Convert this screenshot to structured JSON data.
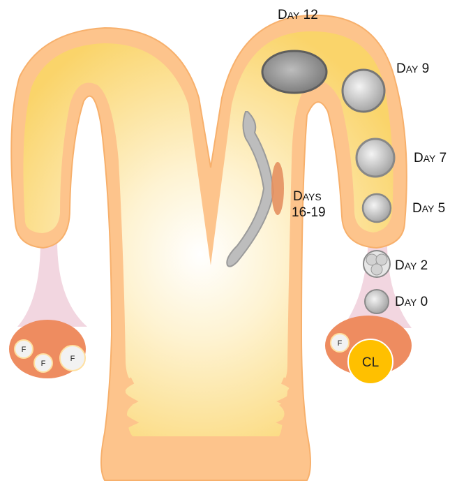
{
  "labels": {
    "day12": {
      "prefix": "D",
      "rest": "AY",
      "num": " 12"
    },
    "day9": {
      "prefix": "D",
      "rest": "AY",
      "num": " 9"
    },
    "day7": {
      "prefix": "D",
      "rest": "AY",
      "num": " 7"
    },
    "day5": {
      "prefix": "D",
      "rest": "AY",
      "num": " 5"
    },
    "day2": {
      "prefix": "D",
      "rest": "AY",
      "num": " 2"
    },
    "day0": {
      "prefix": "D",
      "rest": "AY",
      "num": " 0"
    },
    "days1619_line1": {
      "prefix": "D",
      "rest": "AYS"
    },
    "days1619_line2": "16-19"
  },
  "left_ovary": {
    "follicles": [
      "F",
      "F",
      "F"
    ]
  },
  "right_ovary": {
    "follicles": [
      "F"
    ],
    "corpus_luteum": "CL"
  },
  "colors": {
    "outer_wall": "#FDC48C",
    "lumen": "#FBDC7A",
    "ovary": "#EE8C60",
    "corpus_luteum": "#FFC000",
    "ligament": "#F2D6E0"
  }
}
